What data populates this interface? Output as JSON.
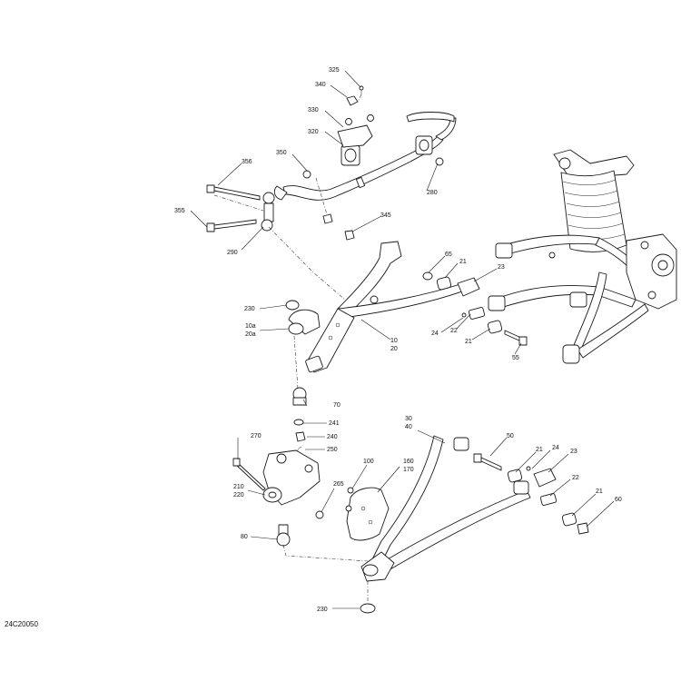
{
  "drawing": {
    "id": "24C20050",
    "callouts": [
      "325",
      "340",
      "330",
      "320",
      "350",
      "356",
      "355",
      "290",
      "345",
      "280",
      "65",
      "21",
      "23",
      "230",
      "10a",
      "20a",
      "10",
      "20",
      "24",
      "22",
      "21",
      "55",
      "70",
      "241",
      "240",
      "250",
      "270",
      "210",
      "220",
      "80",
      "100",
      "265",
      "160",
      "170",
      "30",
      "40",
      "50",
      "21",
      "24",
      "23",
      "22",
      "21",
      "60",
      "230"
    ]
  },
  "colors": {
    "line": "#1a1a1a",
    "background": "#ffffff",
    "fill_gray": "#e6e6e6"
  }
}
